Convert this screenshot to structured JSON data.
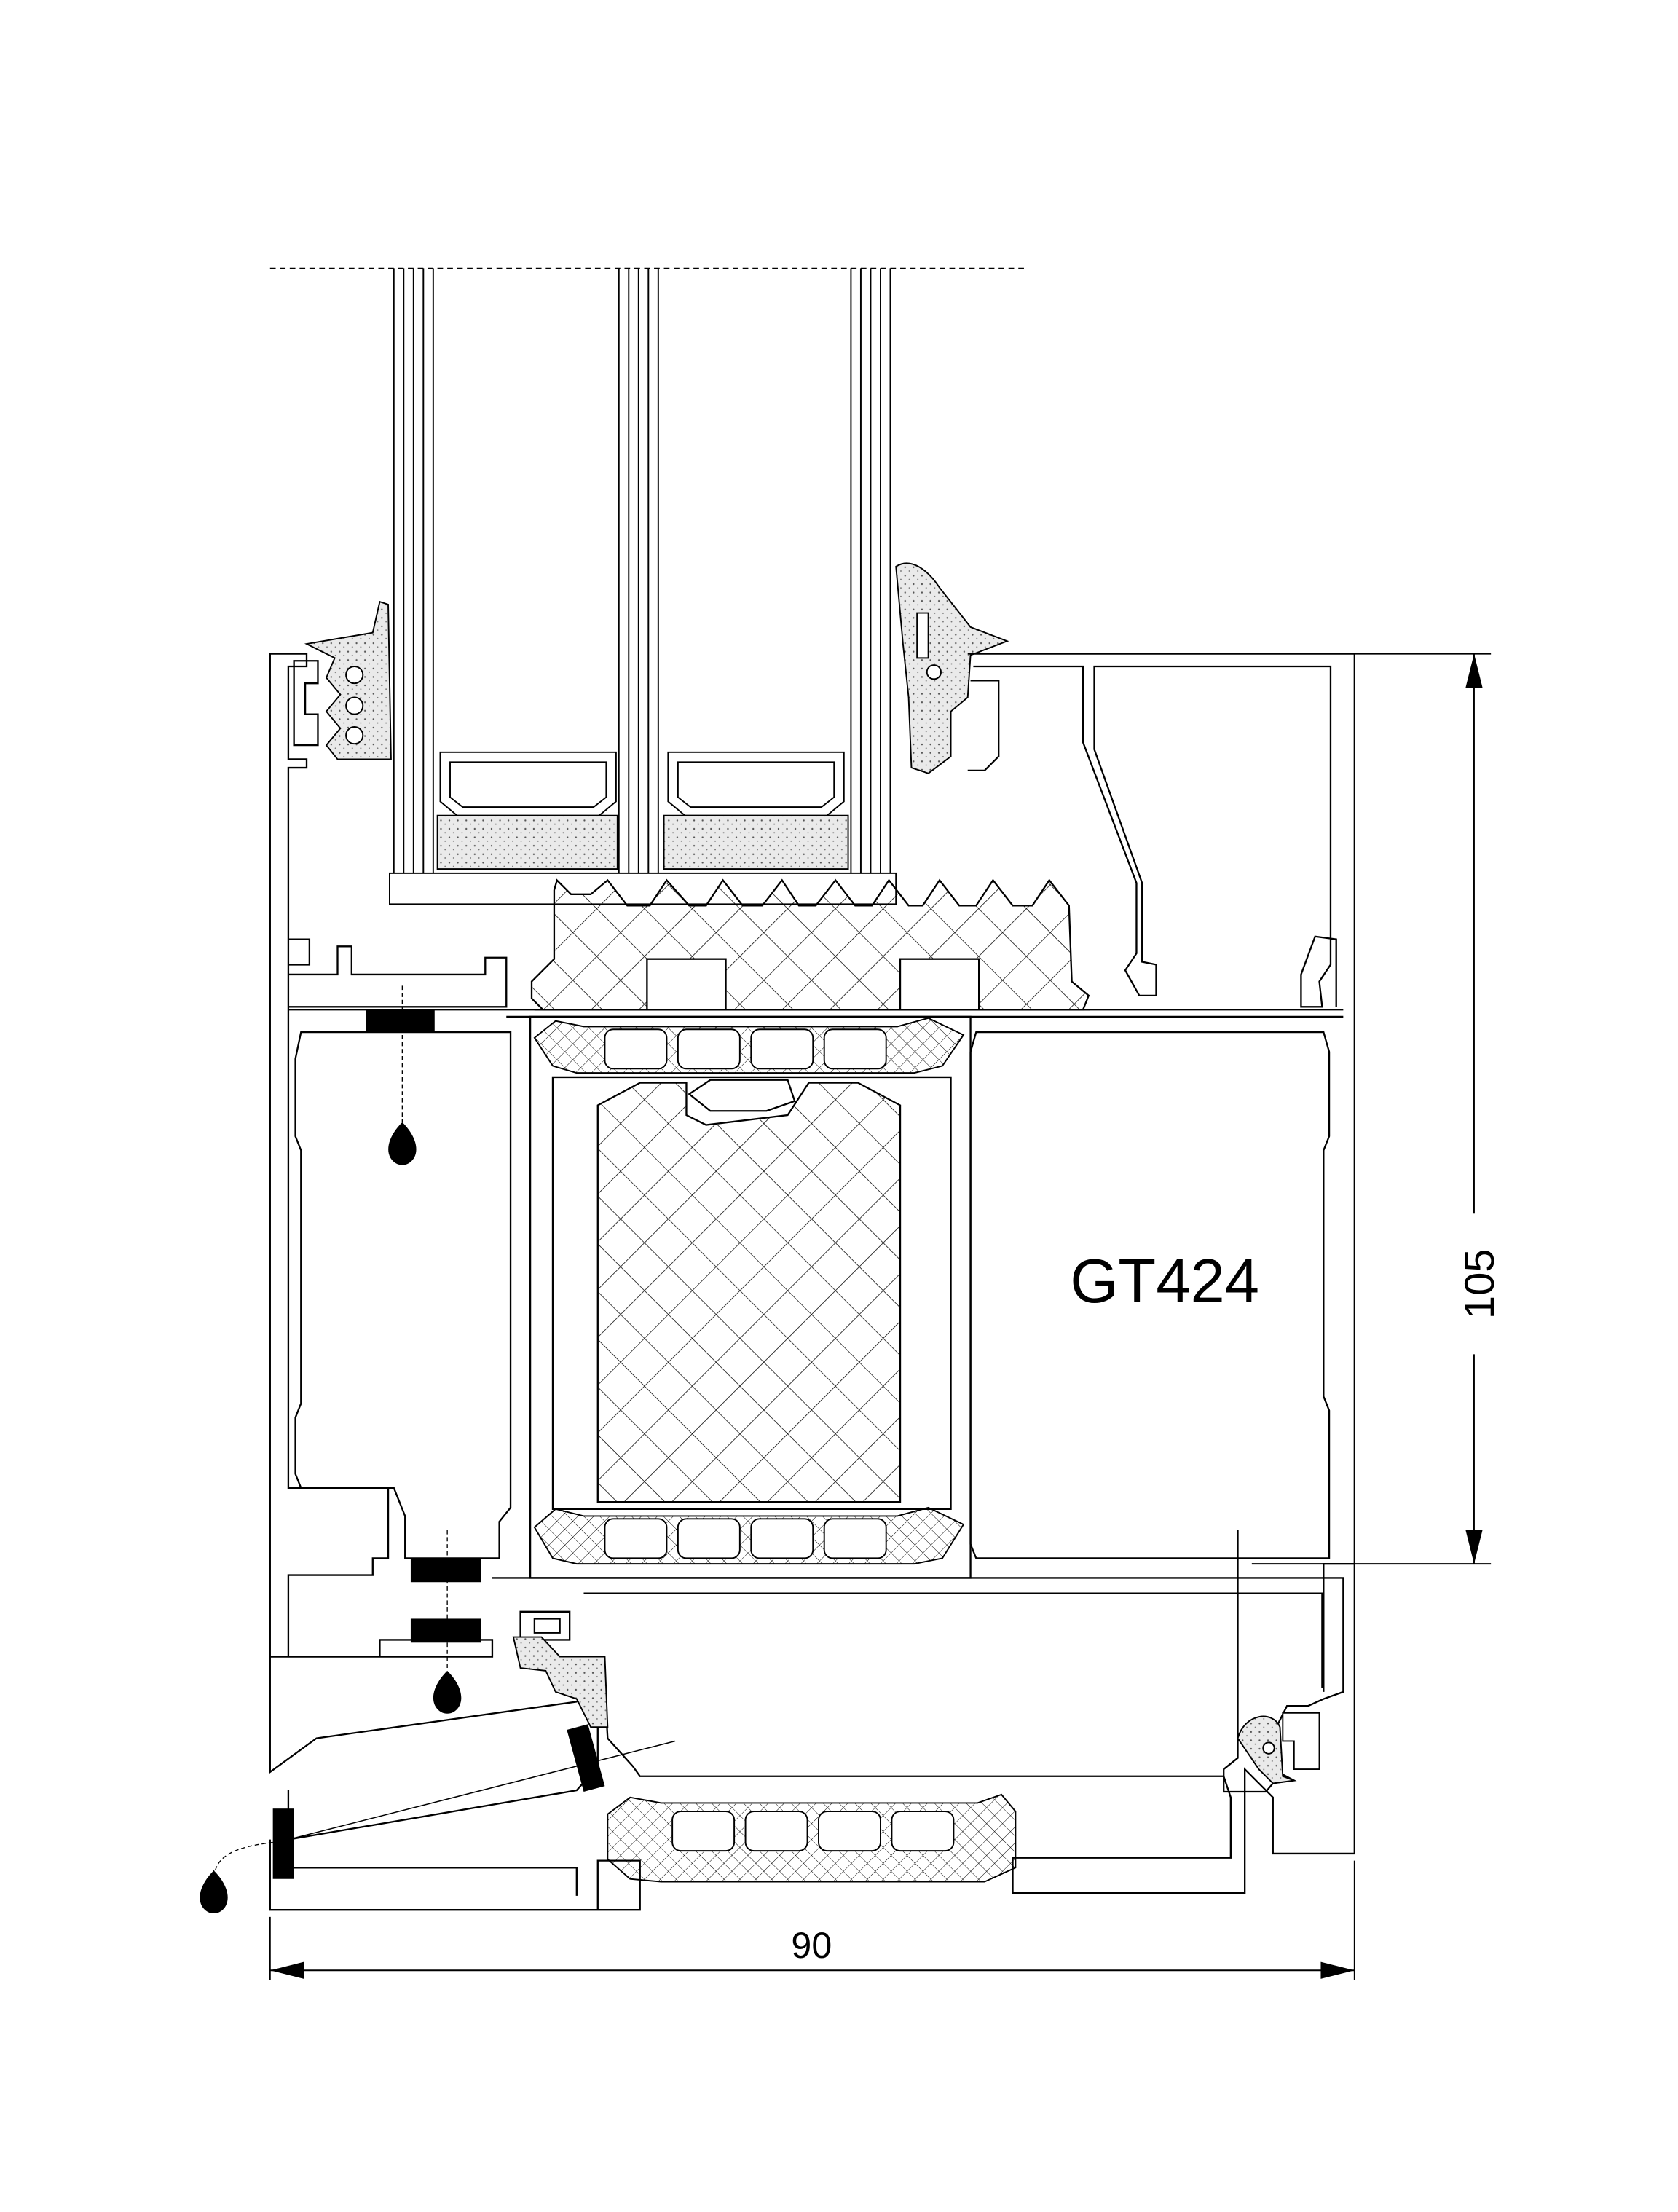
{
  "drawing": {
    "profile_label": "GT424",
    "width_dimension": "90",
    "height_dimension": "105"
  },
  "colors": {
    "line": "#000000",
    "background": "#ffffff",
    "foam": "#e6e6e6"
  }
}
